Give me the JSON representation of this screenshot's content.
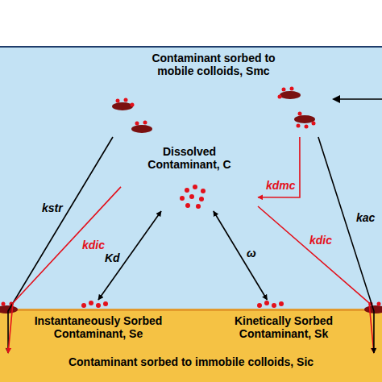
{
  "diagram": {
    "nodes": [
      {
        "text": [
          "Contaminant sorbed to mobile colloids, Smc"
        ]
      },
      {
        "text": [
          "Dissolved Contaminant, C"
        ]
      },
      {
        "text": [
          "Instantaneously Sorbed Contaminant, Se"
        ]
      },
      {
        "text": [
          "Kinetically Sorbed Contaminant, Sk"
        ]
      },
      {
        "text": [
          "Contaminant sorbed to immobile colloids, Sic"
        ]
      }
    ],
    "edges": [
      {
        "from": 0,
        "to": 4,
        "label": "kstr",
        "arrow": "to"
      },
      {
        "from": 1,
        "to": 4,
        "label": "kdic",
        "arrow": "to"
      },
      {
        "from": 1,
        "to": 2,
        "label": "Kd",
        "arrow": "both"
      },
      {
        "from": 1,
        "to": 3,
        "label": "ω",
        "arrow": "both"
      },
      {
        "from": 1,
        "to": 4,
        "label": "kdic",
        "arrow": "to"
      },
      {
        "from": 0,
        "to": 1,
        "label": "kdmc",
        "arrow": "to"
      },
      {
        "from": 0,
        "to": 4,
        "label": "kac",
        "arrow": "to"
      }
    ]
  }
}
